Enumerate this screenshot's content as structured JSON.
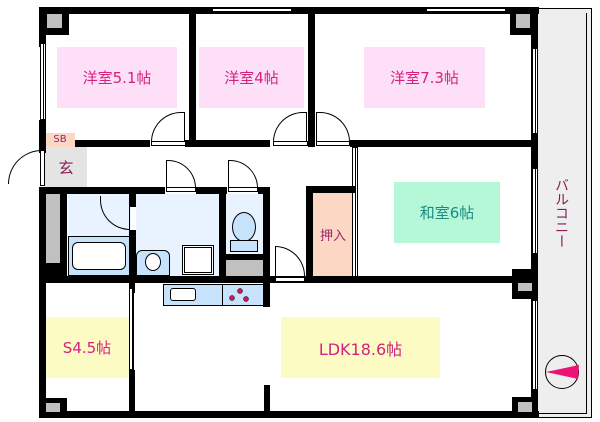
{
  "floorplan": {
    "rooms": [
      {
        "id": "western-room-1",
        "label": "洋室5.1帖",
        "type": "western",
        "size_jo": 5.1
      },
      {
        "id": "western-room-2",
        "label": "洋室4帖",
        "type": "western",
        "size_jo": 4
      },
      {
        "id": "western-room-3",
        "label": "洋室7.3帖",
        "type": "western",
        "size_jo": 7.3
      },
      {
        "id": "japanese-room",
        "label": "和室6帖",
        "type": "japanese",
        "size_jo": 6
      },
      {
        "id": "service-room",
        "label": "S4.5帖",
        "type": "service",
        "size_jo": 4.5
      },
      {
        "id": "ldk",
        "label": "LDK18.6帖",
        "type": "ldk",
        "size_jo": 18.6
      }
    ],
    "labels": {
      "shoe_box": "SB",
      "entrance": "玄",
      "closet": "押入",
      "balcony": "バルコニー"
    },
    "colors": {
      "western_bg": "#fde0f8",
      "japanese_bg": "#b4f8d8",
      "ldk_bg": "#fdfbc4",
      "text_pink": "#d6217f",
      "text_teal": "#1e8a82",
      "closet_bg": "#fcd8c4",
      "entrance_bg": "#e4e4e4",
      "balcony_bg": "#eeeeee",
      "wet_area_bg": "#e8f3ff",
      "fixture_bg": "#c7e2fb",
      "compass_arrow": "#ee1177"
    },
    "compass": {
      "direction": "west-pointing-arrow"
    }
  }
}
